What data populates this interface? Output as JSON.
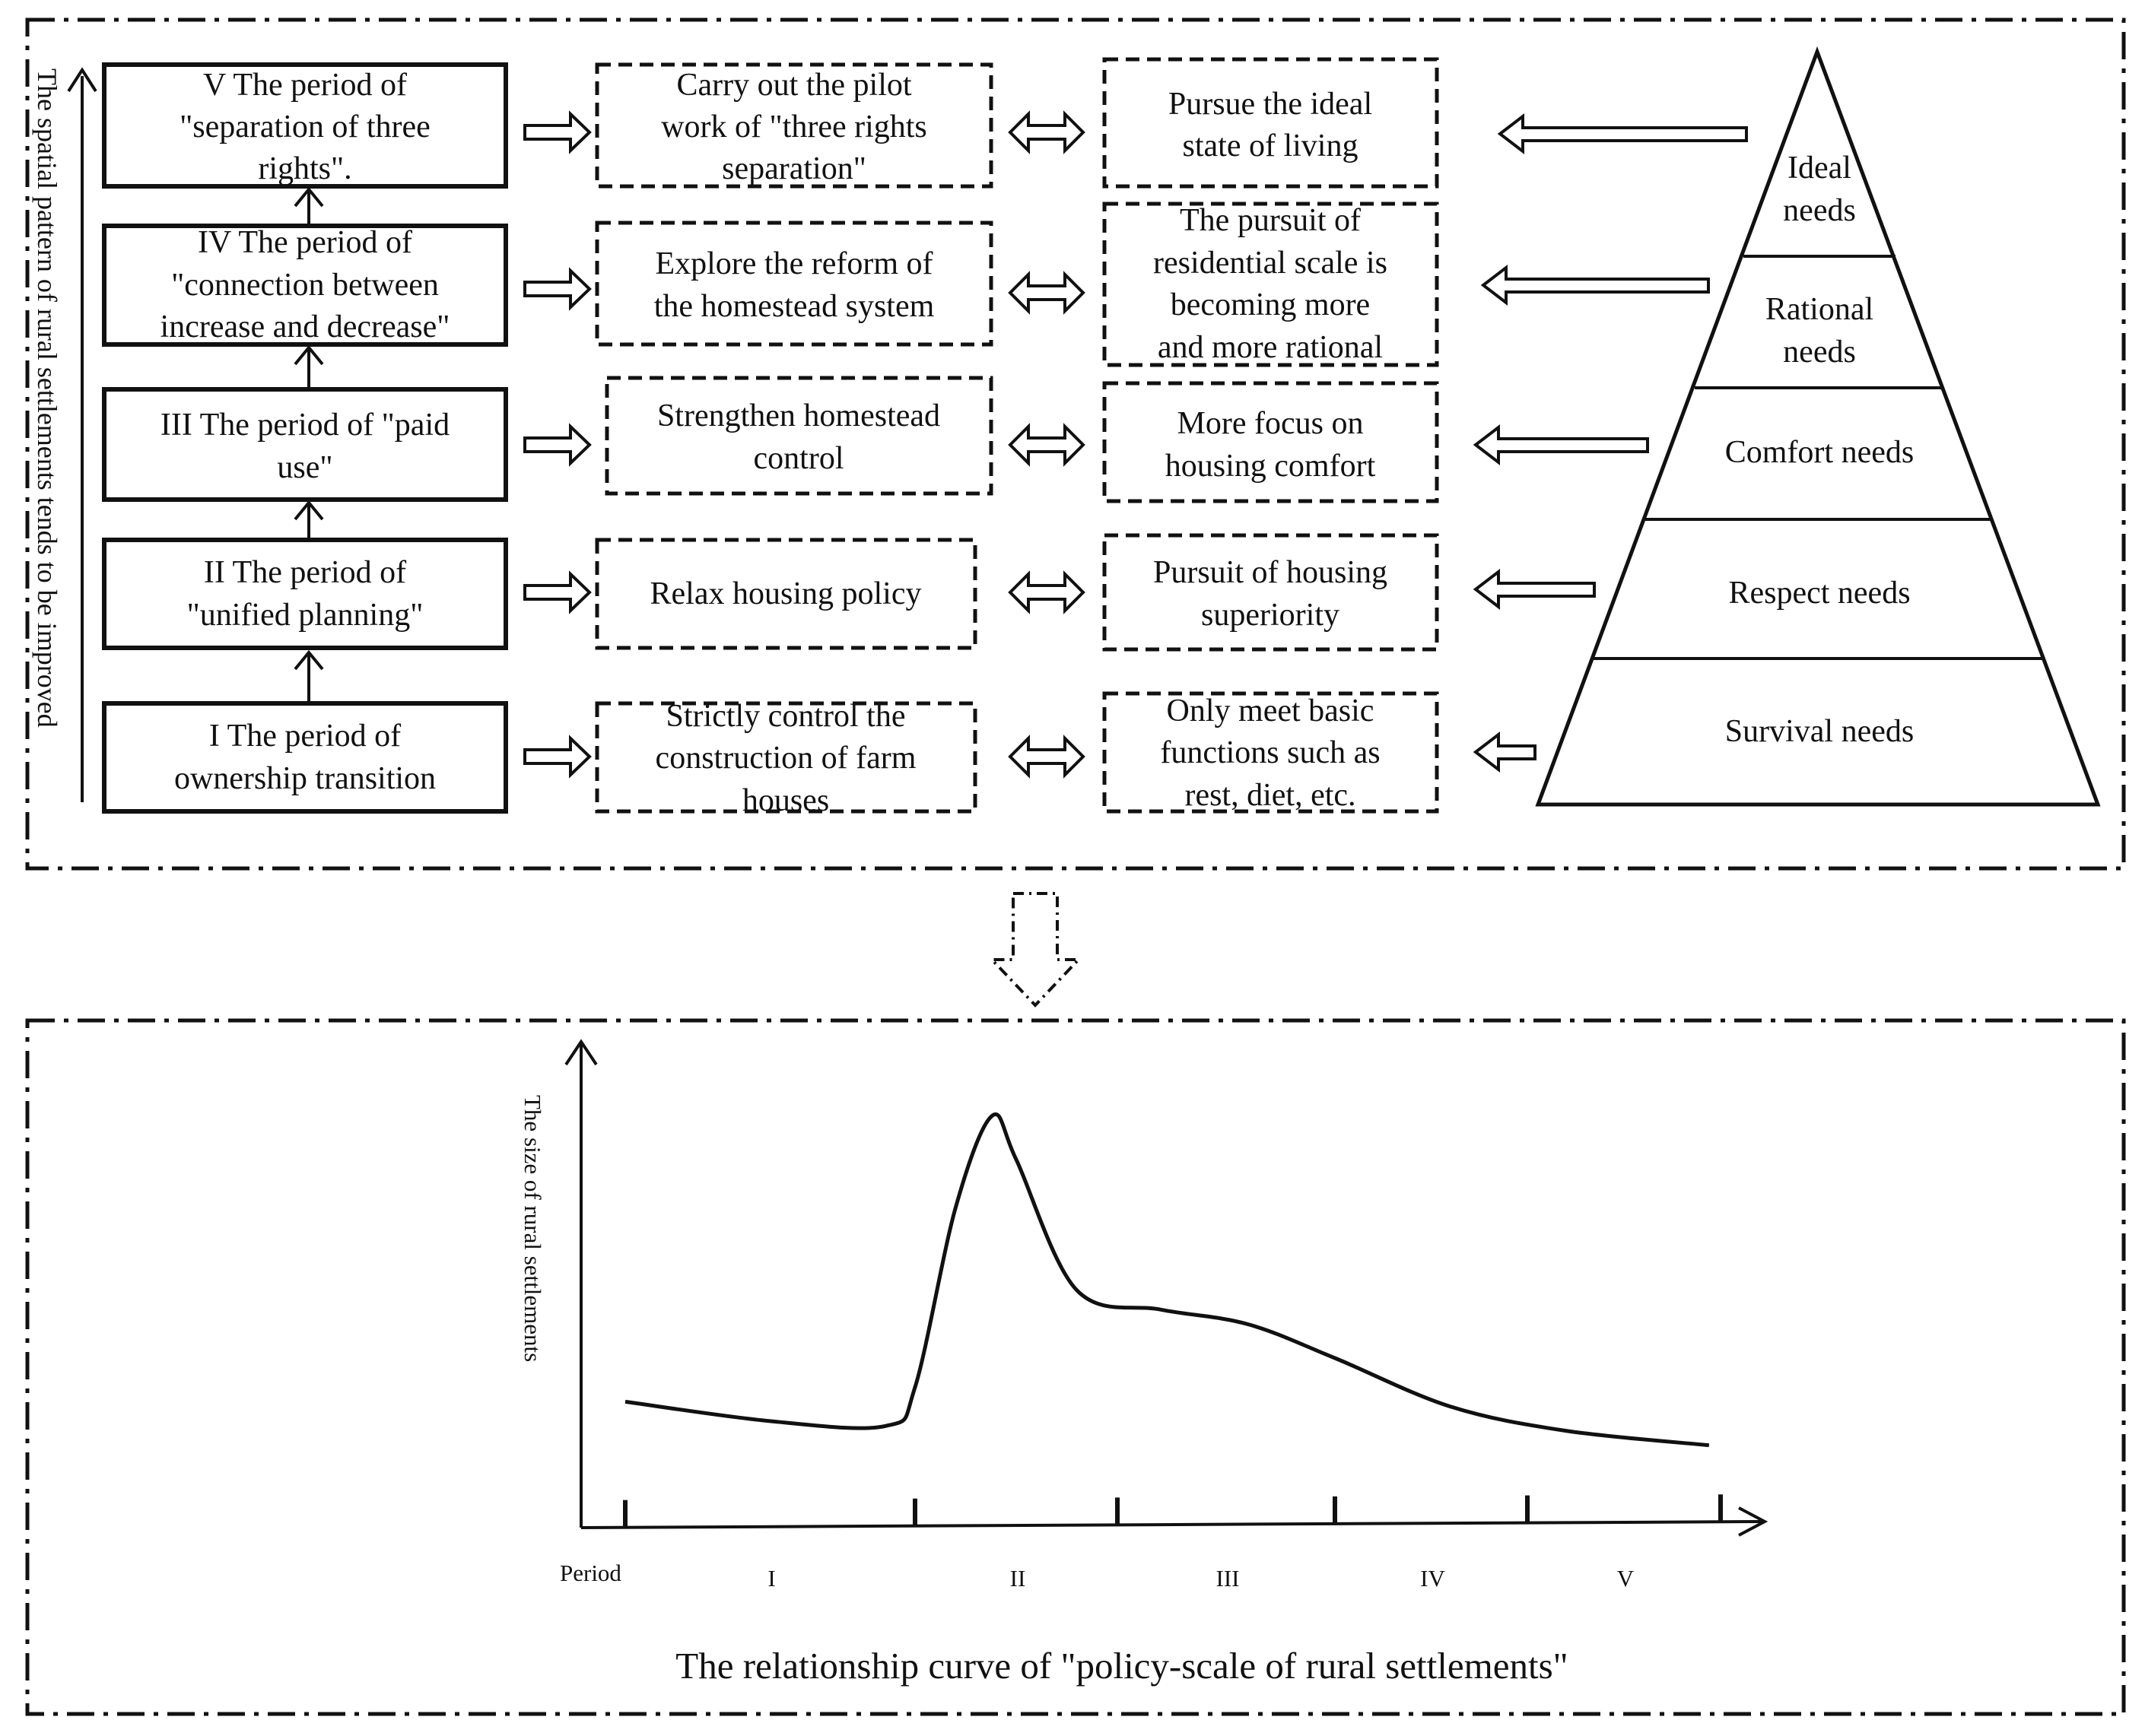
{
  "top_panel": {
    "side_label": "The spatial pattern of rural settlements tends to be improved",
    "periods": [
      {
        "id": "V",
        "lines": [
          "V The period of",
          "\"separation of three",
          "rights\"."
        ]
      },
      {
        "id": "IV",
        "lines": [
          "IV The period of",
          "\"connection between",
          "increase and decrease\""
        ]
      },
      {
        "id": "III",
        "lines": [
          "III The period of \"paid",
          "use\""
        ]
      },
      {
        "id": "II",
        "lines": [
          "II The period of",
          "\"unified planning\""
        ]
      },
      {
        "id": "I",
        "lines": [
          "I The period of",
          "ownership transition"
        ]
      }
    ],
    "policies": [
      {
        "lines": [
          "Carry out the pilot",
          "work of \"three rights",
          "separation\""
        ]
      },
      {
        "lines": [
          "Explore the reform of",
          "the homestead system"
        ]
      },
      {
        "lines": [
          "Strengthen homestead",
          "control"
        ]
      },
      {
        "lines": [
          "Relax housing policy"
        ]
      },
      {
        "lines": [
          "Strictly control the",
          "construction of farm",
          "houses"
        ]
      }
    ],
    "pursuits": [
      {
        "lines": [
          "Pursue the ideal",
          "state of living"
        ]
      },
      {
        "lines": [
          "The pursuit of",
          "residential scale is",
          "becoming more",
          "and more rational"
        ]
      },
      {
        "lines": [
          "More focus on",
          "housing comfort"
        ]
      },
      {
        "lines": [
          "Pursuit of housing",
          "superiority"
        ]
      },
      {
        "lines": [
          "Only meet basic",
          "functions such as",
          "rest, diet, etc."
        ]
      }
    ],
    "pyramid_levels": [
      {
        "lines": [
          "Ideal",
          "needs"
        ]
      },
      {
        "lines": [
          "Rational",
          "needs"
        ]
      },
      {
        "lines": [
          "Comfort needs"
        ]
      },
      {
        "lines": [
          "Respect needs"
        ]
      },
      {
        "lines": [
          "Survival needs"
        ]
      }
    ]
  },
  "chart_data": {
    "type": "line",
    "title": "The relationship curve of \"policy-scale of rural settlements\"",
    "xlabel": "Period",
    "ylabel": "The size of rural settlements",
    "x_categories": [
      "I",
      "II",
      "III",
      "IV",
      "V"
    ],
    "y_scale": "relative (no numeric ticks)",
    "ylim": [
      0,
      100
    ],
    "series": [
      {
        "points": [
          {
            "x": 0.0,
            "y": 26
          },
          {
            "x": 0.5,
            "y": 22
          },
          {
            "x": 0.9,
            "y": 21
          },
          {
            "x": 1.0,
            "y": 29
          },
          {
            "x": 1.2,
            "y": 66
          },
          {
            "x": 1.38,
            "y": 85
          },
          {
            "x": 1.5,
            "y": 76
          },
          {
            "x": 1.8,
            "y": 49
          },
          {
            "x": 2.2,
            "y": 45
          },
          {
            "x": 2.6,
            "y": 42
          },
          {
            "x": 3.0,
            "y": 35
          },
          {
            "x": 3.6,
            "y": 25
          },
          {
            "x": 4.2,
            "y": 20
          },
          {
            "x": 4.94,
            "y": 17
          }
        ]
      }
    ]
  }
}
